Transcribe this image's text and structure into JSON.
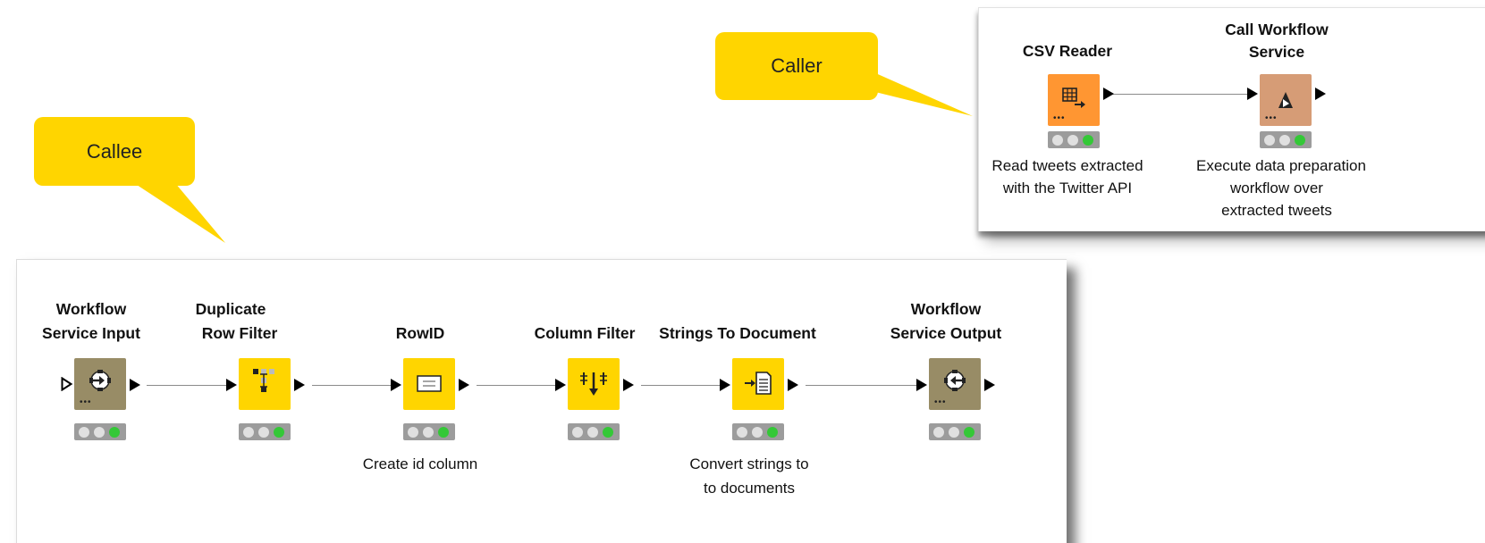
{
  "colors": {
    "callout": "#ffd500",
    "reader_node": "#ff9632",
    "service_node": "#988c66",
    "manipulator_node": "#ffd500",
    "call_workflow_node": "#d69c76",
    "status_bar": "#9c9c9c",
    "light_off": "#e0e0e0",
    "light_green": "#34c837"
  },
  "callouts": {
    "callee": "Callee",
    "caller": "Caller"
  },
  "caller": {
    "nodes": [
      {
        "title_lines": [
          "CSV Reader"
        ],
        "desc_lines": [
          "Read tweets extracted",
          "with the Twitter API"
        ],
        "icon": "table-arrow-icon",
        "color": "#ff9632"
      },
      {
        "title_lines": [
          "Call Workflow",
          "Service"
        ],
        "desc_lines": [
          "Execute data preparation",
          "workflow over",
          "extracted tweets"
        ],
        "icon": "play-triangle-icon",
        "color": "#d69c76"
      }
    ]
  },
  "callee": {
    "nodes": [
      {
        "title_lines": [
          "Workflow",
          "Service Input"
        ],
        "desc_lines": [],
        "icon": "service-in-icon",
        "color": "#988c66"
      },
      {
        "title_lines": [
          "Duplicate",
          "Row Filter"
        ],
        "desc_lines": [],
        "icon": "duplicate-filter-icon",
        "color": "#ffd500"
      },
      {
        "title_lines": [
          "RowID"
        ],
        "desc_lines": [
          "Create id column"
        ],
        "icon": "rowid-icon",
        "color": "#ffd500"
      },
      {
        "title_lines": [
          "Column Filter"
        ],
        "desc_lines": [],
        "icon": "column-filter-icon",
        "color": "#ffd500"
      },
      {
        "title_lines": [
          "Strings To Document"
        ],
        "desc_lines": [
          "Convert strings to",
          "to documents"
        ],
        "icon": "document-icon",
        "color": "#ffd500"
      },
      {
        "title_lines": [
          "Workflow",
          "Service Output"
        ],
        "desc_lines": [],
        "icon": "service-out-icon",
        "color": "#988c66"
      }
    ]
  },
  "status": {
    "lights": [
      "off",
      "off",
      "green"
    ]
  }
}
